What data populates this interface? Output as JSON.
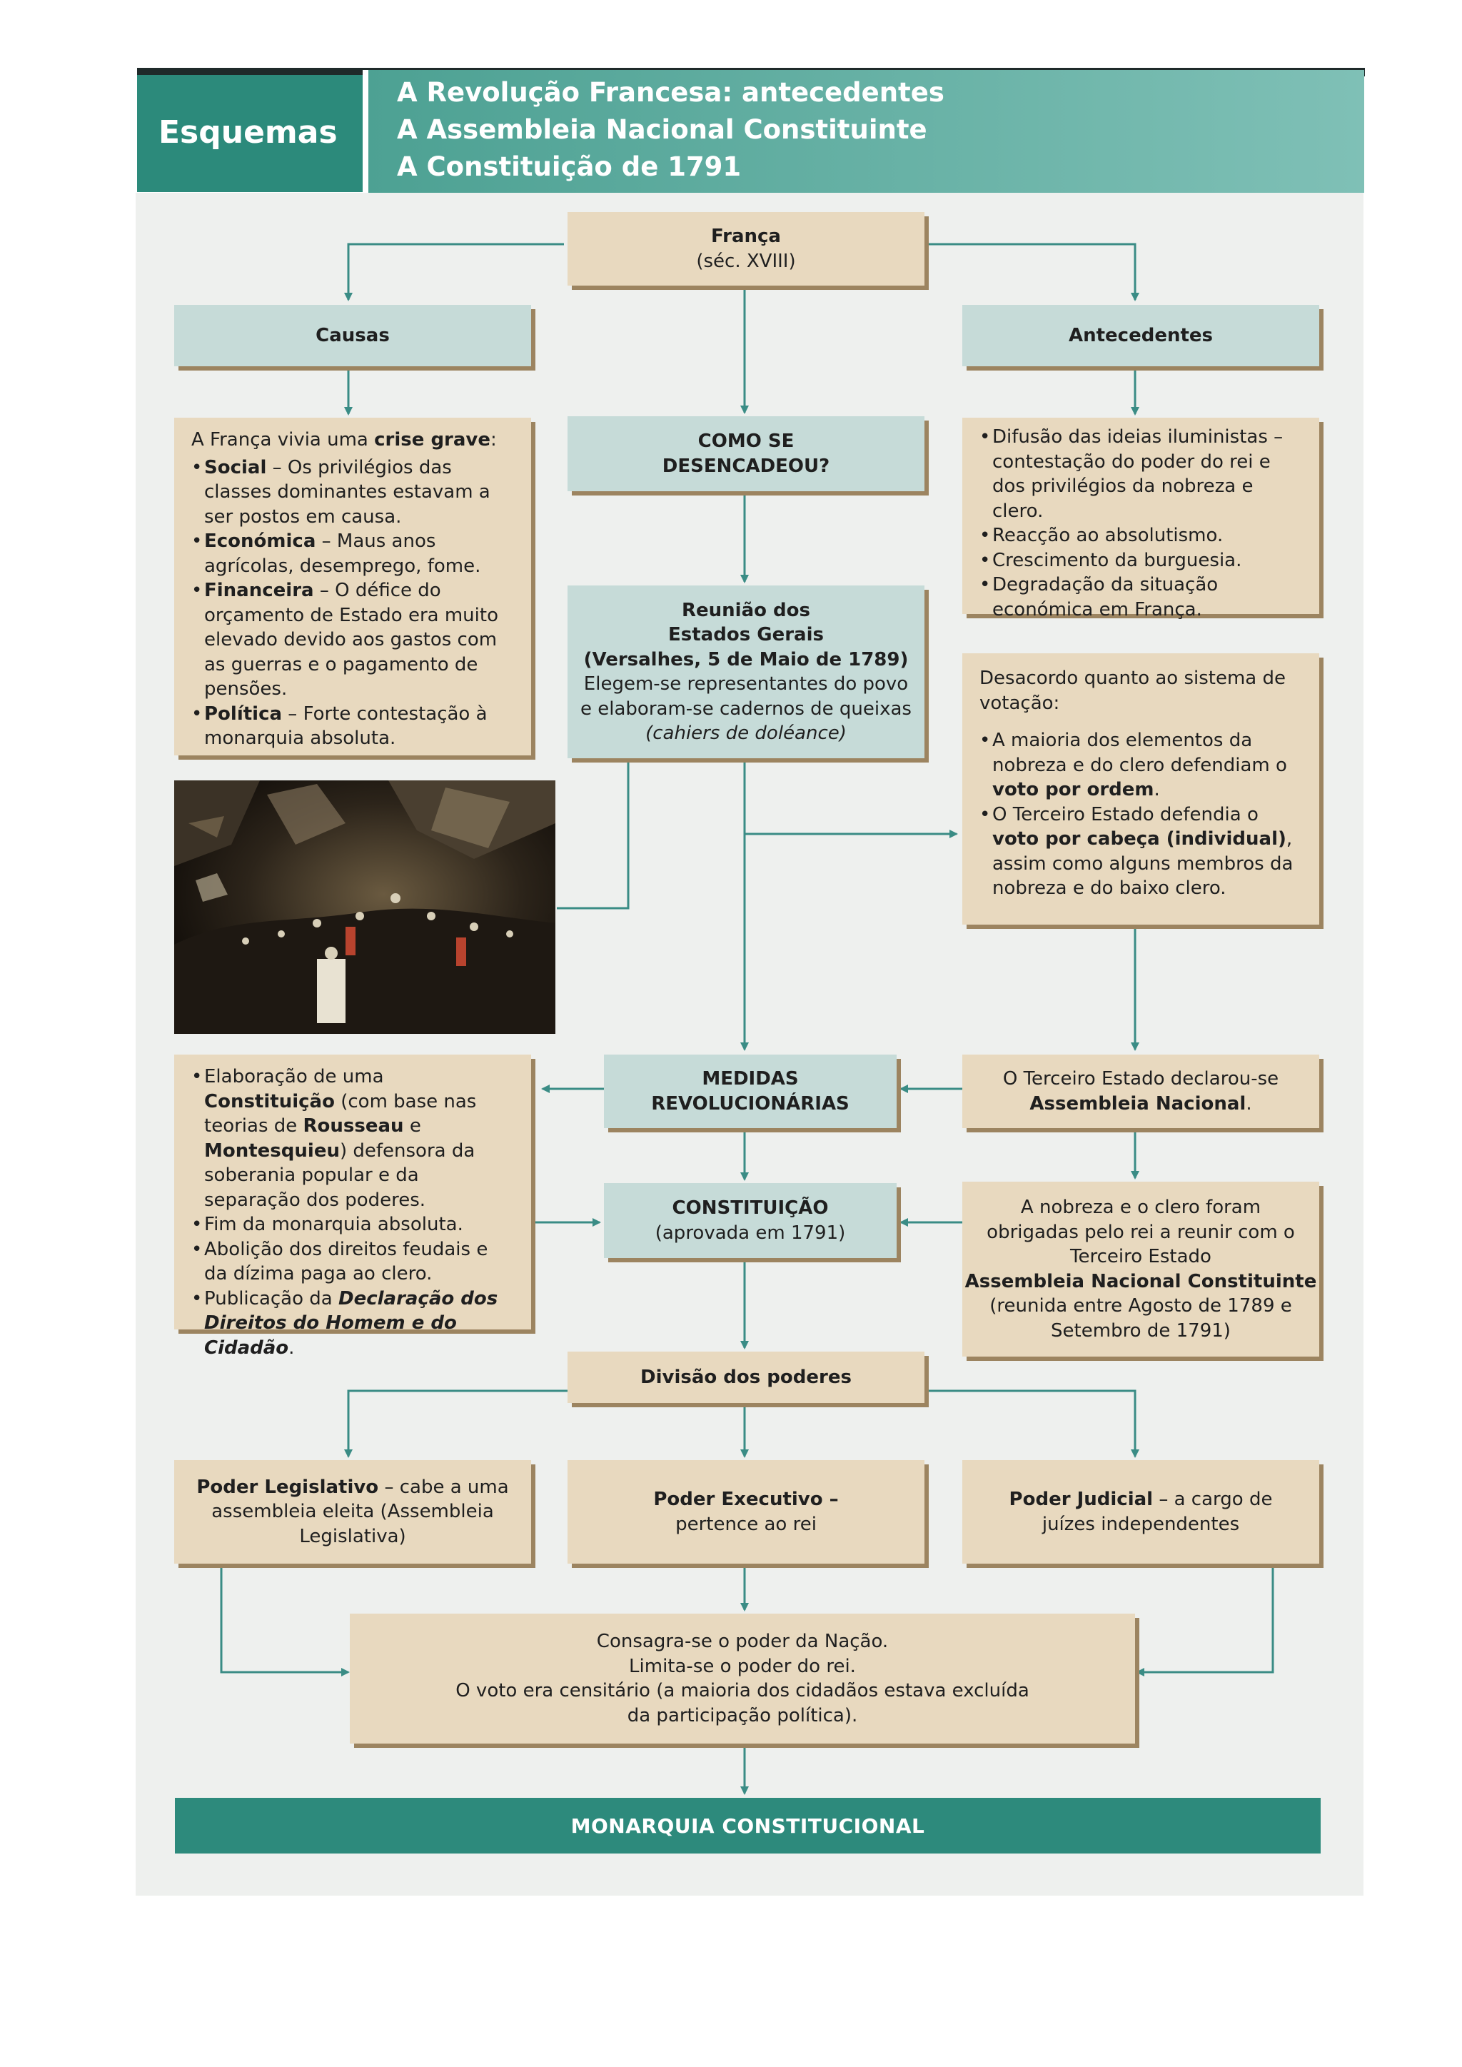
{
  "header": {
    "section_label": "Esquemas",
    "titles": [
      "A Revolução Francesa: antecedentes",
      "A Assembleia Nacional Constituinte",
      "A Constituição de 1791"
    ]
  },
  "france": {
    "line1": "França",
    "line2": "(séc. XVIII)"
  },
  "causas": {
    "title": "Causas",
    "intro_plain": "A França vivia uma ",
    "intro_bold": "crise grave",
    "intro_end": ":",
    "items": [
      {
        "bold": "Social",
        "text": " – Os privilégios das classes dominantes estavam a ser postos em causa."
      },
      {
        "bold": "Económica",
        "text": " – Maus anos agrícolas, desemprego, fome."
      },
      {
        "bold": "Financeira",
        "text": " – O défice do orçamento de Estado era muito elevado devido aos gastos com as guerras e o pagamento de pensões."
      },
      {
        "bold": "Política",
        "text": " – Forte contestação à monarquia absoluta."
      }
    ]
  },
  "antecedentes": {
    "title": "Antecedentes",
    "items": [
      "Difusão das ideias iluministas – contestação do poder do rei e dos privilégios da nobreza e clero.",
      "Reacção ao absolutismo.",
      "Crescimento da burguesia.",
      "Degradação da situação económica em França."
    ]
  },
  "como": {
    "line1": "COMO SE",
    "line2": "DESENCADEOU?"
  },
  "reuniao": {
    "line1": "Reunião dos",
    "line2": "Estados Gerais",
    "line3": "(Versalhes, 5 de Maio de 1789)",
    "line4": "Elegem-se representantes do povo",
    "line5": "e elaboram-se cadernos de queixas",
    "line6": "(cahiers de doléance)"
  },
  "desacordo": {
    "intro": "Desacordo quanto ao sistema de votação:",
    "item1_plain": "A maioria dos elementos da nobreza e do clero defendiam o ",
    "item1_bold": "voto por ordem",
    "item1_end": ".",
    "item2_plain": "O Terceiro Estado defendia o ",
    "item2_bold": "voto por cabeça (individual)",
    "item2_end": ", assim como alguns membros da nobreza e do baixo clero."
  },
  "medidas": {
    "line1": "MEDIDAS",
    "line2": "REVOLUCIONÁRIAS"
  },
  "terceiro": {
    "line1": "O Terceiro Estado declarou-se",
    "line2_bold": "Assembleia Nacional",
    "line2_end": "."
  },
  "elaboracao": {
    "i1_plain": "Elaboração de uma ",
    "i1_bold": "Constituição",
    "i1_plain2": " (com base nas teorias de ",
    "i1_bold2": "Rousseau",
    "i1_plain3": " e ",
    "i1_bold3": "Montesquieu",
    "i1_plain4": ") defensora da soberania popular e da separação dos poderes.",
    "i2": "Fim da monarquia absoluta.",
    "i3": "Abolição dos direitos feudais e da dízima paga ao clero.",
    "i4_plain": "Publicação da ",
    "i4_bi": "Declaração dos Direitos do Homem e do Cidadão",
    "i4_end": "."
  },
  "constituicao": {
    "line1": "CONSTITUIÇÃO",
    "line2": "(aprovada em 1791)"
  },
  "nobreza": {
    "line1": "A nobreza e o clero foram",
    "line2": "obrigadas pelo rei a reunir com o",
    "line3": "Terceiro Estado",
    "line4_bold": "Assembleia Nacional Constituinte",
    "line5": "(reunida entre Agosto de 1789 e",
    "line6": "Setembro de 1791)"
  },
  "divisao": "Divisão dos poderes",
  "legislativo": {
    "bold": "Poder Legislativo",
    "plain": " – cabe a uma assembleia eleita (Assembleia Legislativa)"
  },
  "executivo": {
    "bold": "Poder Executivo –",
    "plain": "pertence ao rei"
  },
  "judicial": {
    "bold": "Poder Judicial",
    "plain": " – a cargo de juízes independentes"
  },
  "consagra": {
    "line1": "Consagra-se o poder da Nação.",
    "line2": "Limita-se o poder do rei.",
    "line3": "O voto era censitário (a maioria dos cidadãos estava excluída",
    "line4": "da participação política)."
  },
  "final": "MONARQUIA CONSTITUCIONAL",
  "colors": {
    "teal_header": "#2c8a7b",
    "beige_box": "#e8d9bf",
    "teal_box": "#c6dbd8",
    "arrow": "#3a8c85"
  }
}
